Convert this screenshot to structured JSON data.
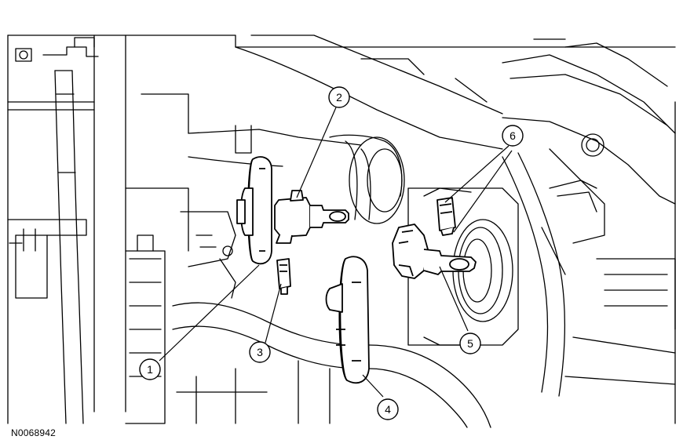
{
  "figure_id": "N0068942",
  "callouts": [
    {
      "number": "1"
    },
    {
      "number": "2"
    },
    {
      "number": "3"
    },
    {
      "number": "4"
    },
    {
      "number": "5"
    },
    {
      "number": "6"
    }
  ],
  "colors": {
    "line": "#000000",
    "background": "#ffffff",
    "faint": "#555555"
  }
}
